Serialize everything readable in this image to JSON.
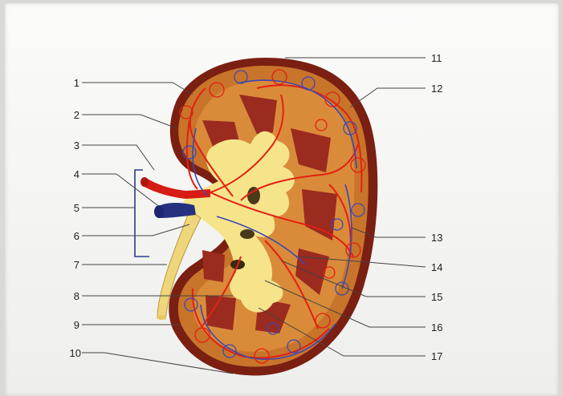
{
  "labels": {
    "left": [
      "1",
      "2",
      "3",
      "4",
      "5",
      "6",
      "7",
      "8",
      "9",
      "10"
    ],
    "right": [
      "11",
      "12",
      "13",
      "14",
      "15",
      "16",
      "17"
    ]
  },
  "colors": {
    "capsule": "#7a1f12",
    "cortex": "#c8742a",
    "pyramid": "#9b2a1f",
    "pelvis": "#f6e48a",
    "artery": "#e32012",
    "vein": "#2c3a9c"
  }
}
